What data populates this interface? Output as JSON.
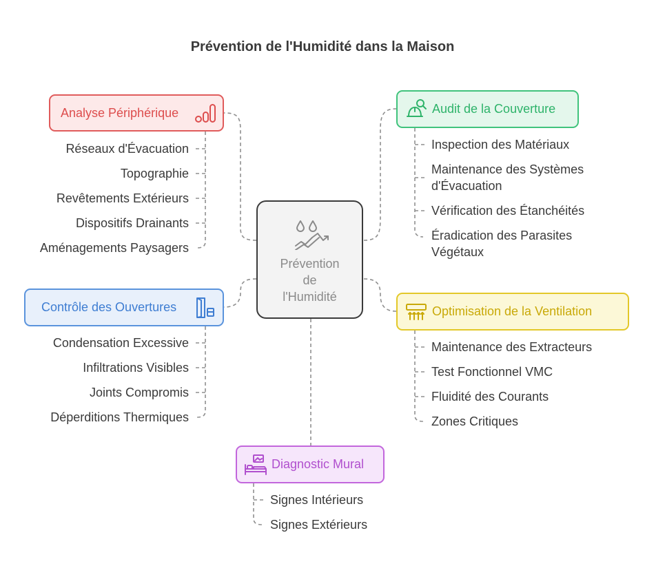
{
  "title": "Prévention de l'Humidité dans la Maison",
  "center": {
    "lines": [
      "Prévention",
      "de",
      "l'Humidité"
    ],
    "icon": "water-drops-trend-icon"
  },
  "branches": {
    "analyse": {
      "label": "Analyse Périphérique",
      "icon": "bar-chart-icon",
      "color": "#e05b5b",
      "items": [
        "Réseaux d'Évacuation",
        "Topographie",
        "Revêtements Extérieurs",
        "Dispositifs Drainants",
        "Aménagements Paysagers"
      ]
    },
    "audit": {
      "label": "Audit de la Couverture",
      "icon": "hardhat-search-icon",
      "color": "#40c37c",
      "items": [
        "Inspection des Matériaux",
        [
          "Maintenance des Systèmes",
          "d'Évacuation"
        ],
        "Vérification des Étanchéités",
        [
          "Éradication des Parasites",
          "Végétaux"
        ]
      ]
    },
    "controle": {
      "label": "Contrôle des Ouvertures",
      "icon": "door-window-icon",
      "color": "#5a93dc",
      "items": [
        "Condensation Excessive",
        "Infiltrations Visibles",
        "Joints Compromis",
        "Déperditions Thermiques"
      ]
    },
    "ventilation": {
      "label": "Optimisation de la Ventilation",
      "icon": "air-vent-icon",
      "color": "#e3c829",
      "items": [
        "Maintenance des Extracteurs",
        "Test Fonctionnel VMC",
        "Fluidité des Courants",
        "Zones Critiques"
      ]
    },
    "mural": {
      "label": "Diagnostic Mural",
      "icon": "bed-picture-icon",
      "color": "#c266dc",
      "items": [
        "Signes Intérieurs",
        "Signes Extérieurs"
      ]
    }
  }
}
